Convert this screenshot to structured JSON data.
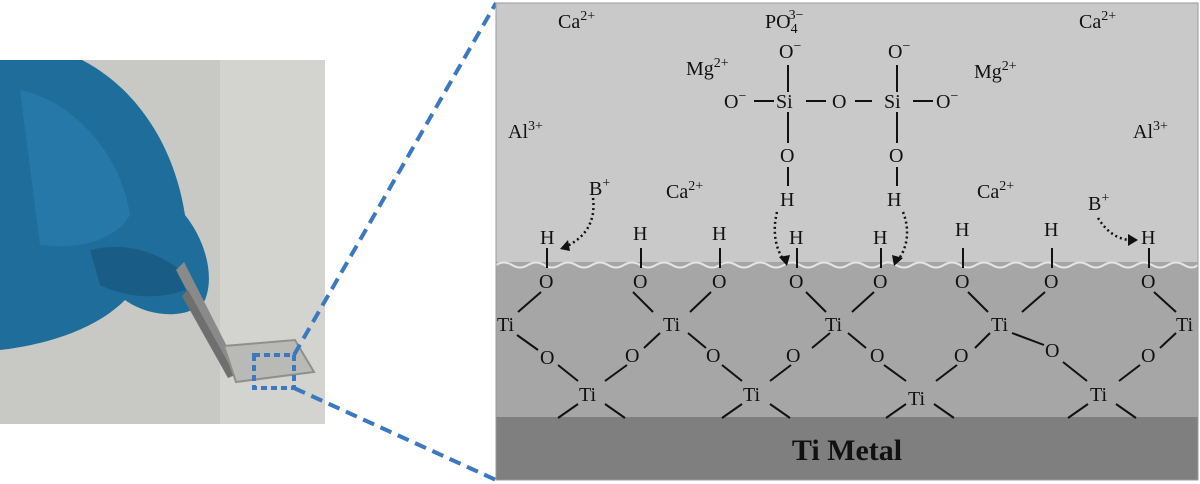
{
  "colors": {
    "background": "#ffffff",
    "solution": "#c9c9c9",
    "oxide_layer": "#a6a6a6",
    "metal": "#7f7f7f",
    "zoom_line": "#3b78bf",
    "photo_background": "#c8c8c4",
    "glove": "#1f6d9a",
    "tweezers": "#8a8a8a",
    "sample_plate": "#b9b9b5"
  },
  "photo": {
    "description_icon": "gloved-hand-holding-ti-sample-photo"
  },
  "ions": {
    "ca_top_left": "Ca",
    "ca_top_left_charge": "2+",
    "po4": "PO",
    "po4_sub": "4",
    "po4_charge": "3−",
    "ca_top_right": "Ca",
    "ca_top_right_charge": "2+",
    "mg_left": "Mg",
    "mg_left_charge": "2+",
    "mg_right": "Mg",
    "mg_right_charge": "2+",
    "al_left": "Al",
    "al_left_charge": "3+",
    "al_right": "Al",
    "al_right_charge": "3+",
    "b_left": "B",
    "b_left_charge": "+",
    "b_right": "B",
    "b_right_charge": "+",
    "ca_mid_left": "Ca",
    "ca_mid_left_charge": "2+",
    "ca_mid_right": "Ca",
    "ca_mid_right_charge": "2+"
  },
  "silicate": {
    "o_minus": "O",
    "minus": "−",
    "si": "Si",
    "o": "O",
    "h": "H"
  },
  "surface": {
    "h": "H",
    "o": "O",
    "ti": "Ti"
  },
  "metal_label": "Ti Metal"
}
